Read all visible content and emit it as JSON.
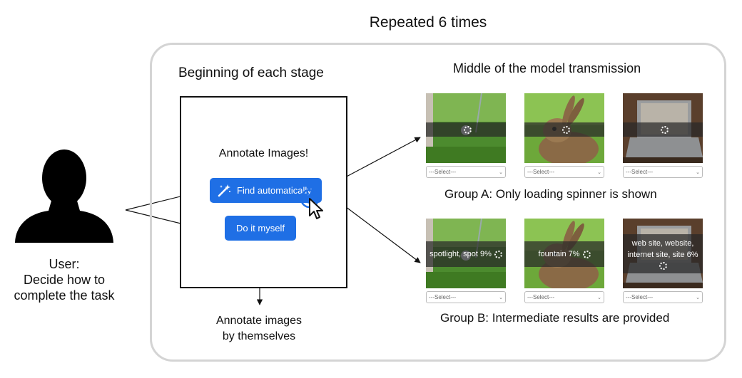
{
  "header": {
    "repeat_label": "Repeated 6 times"
  },
  "user": {
    "label_lines": [
      "User:",
      "Decide how to",
      "complete the task"
    ]
  },
  "stage": {
    "title": "Beginning of each stage",
    "dialog_title": "Annotate Images!",
    "auto_button_label": "Find automatically",
    "self_button_label": "Do it myself"
  },
  "self_outcome": {
    "lines": [
      "Annotate images",
      "by themselves"
    ]
  },
  "middle": {
    "title": "Middle of the model transmission"
  },
  "group_a": {
    "caption": "Group A: Only loading spinner is shown",
    "images": [
      {
        "subject": "golf-ball-on-grass",
        "select_placeholder": "---Select---"
      },
      {
        "subject": "hare-on-grass",
        "select_placeholder": "---Select---"
      },
      {
        "subject": "laptop-on-desk",
        "select_placeholder": "---Select---"
      }
    ]
  },
  "group_b": {
    "caption": "Group B: Intermediate results are provided",
    "images": [
      {
        "subject": "golf-ball-on-grass",
        "overlay_lines": [
          "spotlight, spot 9%"
        ],
        "select_placeholder": "---Select---"
      },
      {
        "subject": "hare-on-grass",
        "overlay_lines": [
          "fountain 7%"
        ],
        "select_placeholder": "---Select---"
      },
      {
        "subject": "laptop-on-desk",
        "overlay_lines": [
          "web site, website,",
          "internet site, site 6%"
        ],
        "select_placeholder": "---Select---"
      }
    ]
  },
  "icons": {
    "user": "person-silhouette-icon",
    "auto": "magic-wand-icon",
    "cursor": "click-cursor-icon",
    "spinner": "loading-spinner-icon"
  },
  "colors": {
    "button": "#1f6fe5",
    "panel_border": "#d4d4d4"
  }
}
